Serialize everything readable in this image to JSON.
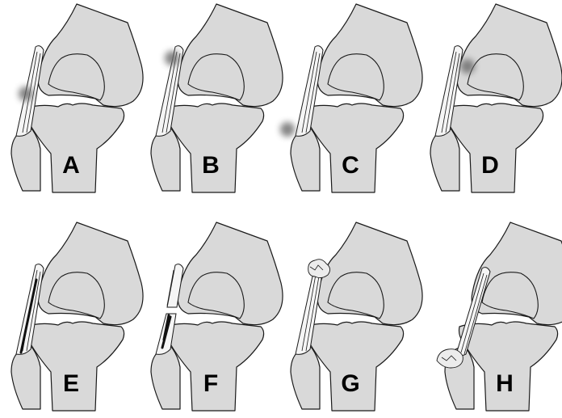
{
  "panels": [
    {
      "label": "A",
      "variant": "proximal-ligament-injury"
    },
    {
      "label": "B",
      "variant": "proximal-attachment-injury"
    },
    {
      "label": "C",
      "variant": "distal-attachment-injury"
    },
    {
      "label": "D",
      "variant": "proximal-condyle-injury"
    },
    {
      "label": "E",
      "variant": "diffuse-ligament-injury"
    },
    {
      "label": "F",
      "variant": "mid-substance-rupture"
    },
    {
      "label": "G",
      "variant": "proximal-avulsion-fragment"
    },
    {
      "label": "H",
      "variant": "distal-avulsion-fragment"
    }
  ],
  "colors": {
    "bone_fill": "#d9d9d9",
    "outline": "#1a1a1a",
    "injury_blur": "#6e6e6e",
    "background": "#ffffff"
  }
}
